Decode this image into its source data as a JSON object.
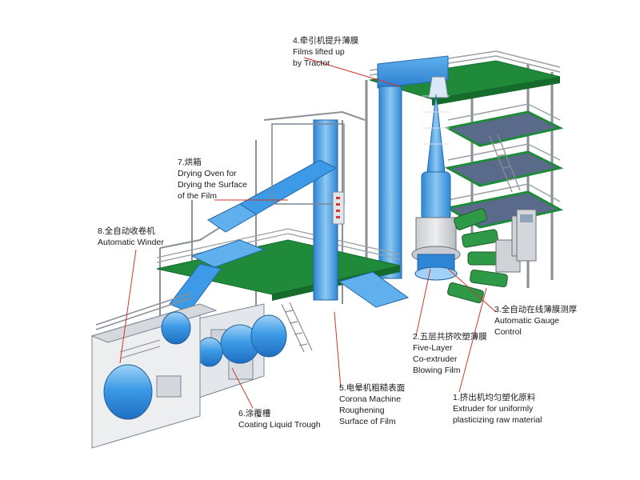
{
  "labels": {
    "film_tractor": {
      "cn": "4.牵引机提升薄膜",
      "en1": "Films lifted up",
      "en2": "by Tractor"
    },
    "drying_oven": {
      "cn": "7.烘箱",
      "en1": "Drying Oven for",
      "en2": "Drying the Surface",
      "en3": "of the Film"
    },
    "winder": {
      "cn": "8.全自动收卷机",
      "en1": "Automatic Winder"
    },
    "gauge": {
      "cn": "3.全自动在线薄膜测厚",
      "en1": "Automatic Gauge",
      "en2": "Control"
    },
    "coextruder": {
      "cn": "2.五层共挤吹塑薄膜",
      "en1": "Five-Layer",
      "en2": "Co-extruder",
      "en3": "Blowing Film"
    },
    "corona": {
      "cn": "5.电晕机粗糙表面",
      "en1": "Corona Machine",
      "en2": "Roughening",
      "en3": "Surface of Film"
    },
    "trough": {
      "cn": "6.涂覆槽",
      "en1": "Coating Liquid Trough"
    },
    "extruder": {
      "cn": "1.挤出机均匀塑化原料",
      "en1": "Extruder for uniformly",
      "en2": "plasticizing raw material"
    }
  },
  "colors": {
    "film_blue": "#3d9ae6",
    "film_light": "#8cc8f2",
    "platform_green": "#1f8a3a",
    "frame_grey": "#8a8f96",
    "leader_red": "#d2362e"
  }
}
